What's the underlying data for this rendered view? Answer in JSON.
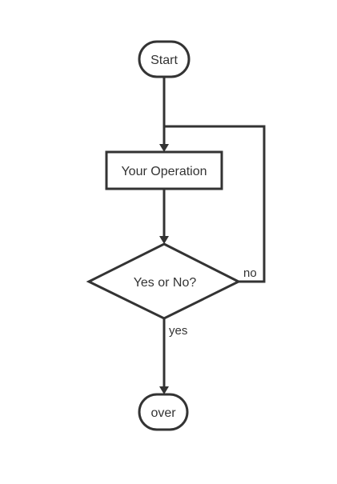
{
  "diagram": {
    "type": "flowchart",
    "nodes": {
      "start": {
        "label": "Start",
        "shape": "terminal"
      },
      "operation": {
        "label": "Your Operation",
        "shape": "process"
      },
      "decision": {
        "label": "Yes or No?",
        "shape": "decision"
      },
      "end": {
        "label": "over",
        "shape": "terminal"
      }
    },
    "edges": {
      "start_to_operation": {
        "from": "start",
        "to": "operation",
        "label": ""
      },
      "operation_to_decision": {
        "from": "operation",
        "to": "decision",
        "label": ""
      },
      "decision_no": {
        "from": "decision",
        "to": "operation",
        "label": "no"
      },
      "decision_yes": {
        "from": "decision",
        "to": "end",
        "label": "yes"
      }
    },
    "colors": {
      "stroke": "#333333",
      "fill": "#ffffff",
      "text": "#333333"
    }
  }
}
